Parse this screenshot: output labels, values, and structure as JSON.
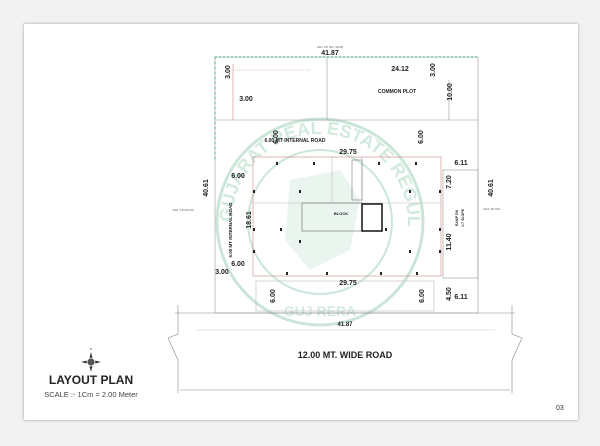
{
  "drawing": {
    "title": "LAYOUT PLAN",
    "scale": "SCALE :- 1Cm = 2.00 Meter",
    "page_number": "03",
    "road_label": "12.00 MT. WIDE ROAD",
    "common_plot_label": "COMMON PLOT",
    "internal_road_top": "6.00 MT INTERNAL ROAD",
    "internal_road_left": "6.00 MT INTERNAL ROAD",
    "block_label": "BLOCK",
    "ramp_label": "RAMP DN",
    "ramp_slope": "1:7 SLOPE",
    "adj_top": "ADJ. FP NO- 39-58",
    "adj_left": "ADJ. FP NO-60",
    "adj_right": "ADJ. FP NO-",
    "watermark_text": "GUJARAT REAL ESTATE REGULATORY AUTHORITY",
    "watermark_bottom": "GUJ RERA",
    "dimensions": {
      "plot_width_top": "41.87",
      "plot_width_bottom": "41.87",
      "common_plot_width": "24.12",
      "common_margin_left": "3.00",
      "common_margin_left2": "3.00",
      "common_margin_right": "3.00",
      "common_depth": "10.00",
      "road_width_left": "6.00",
      "road_width_right": "6.00",
      "building_width_top": "29.75",
      "building_width_bottom": "29.75",
      "building_depth": "18.61",
      "left_road_top": "6.00",
      "left_road_bottom": "6.00",
      "left_margin": "3.00",
      "plot_depth_left": "40.61",
      "plot_depth_right": "40.61",
      "ramp_width_top": "6.11",
      "ramp_width_bottom": "6.11",
      "ramp_seg_top": "7.20",
      "ramp_seg_mid": "11.40",
      "ramp_seg_bottom": "4.50",
      "bottom_margin_left": "6.00",
      "bottom_margin_right": "6.00"
    }
  },
  "colors": {
    "plot_line": "#c88",
    "watermark": "#bfe0cf",
    "green_border": "#5cbf8a"
  }
}
